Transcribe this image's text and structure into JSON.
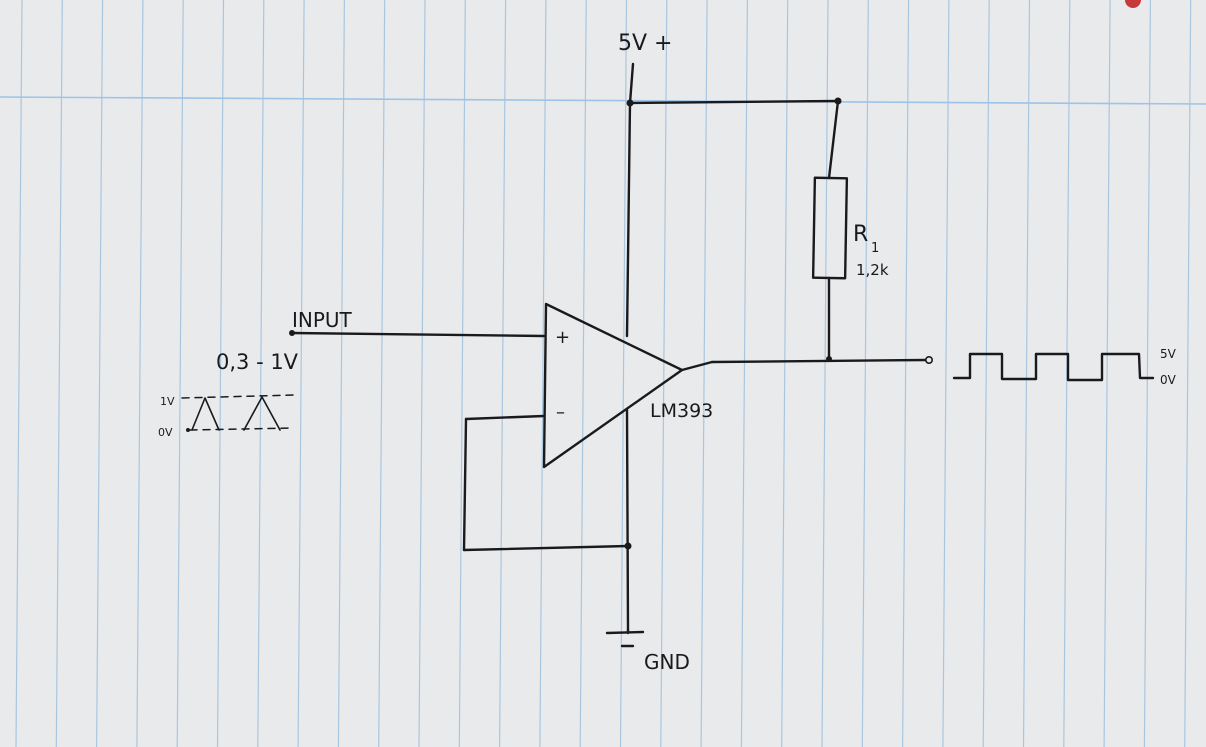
{
  "supply_label": "5V +",
  "ground_label": "GND",
  "input": {
    "label": "INPUT",
    "range": "0,3 - 1V",
    "level_high": "1V",
    "level_low": "0V"
  },
  "comparator": {
    "part": "LM393",
    "plus_sign": "+",
    "minus_sign": "–"
  },
  "resistor": {
    "name": "R",
    "subscript": "1",
    "value": "1,2k"
  },
  "output": {
    "level_high": "5V",
    "level_low": "0V"
  },
  "colors": {
    "paper": "#e9eaec",
    "ruling": "#a9c6df",
    "margin_line": "#9ec3e6",
    "ink": "#1a1a1c"
  }
}
